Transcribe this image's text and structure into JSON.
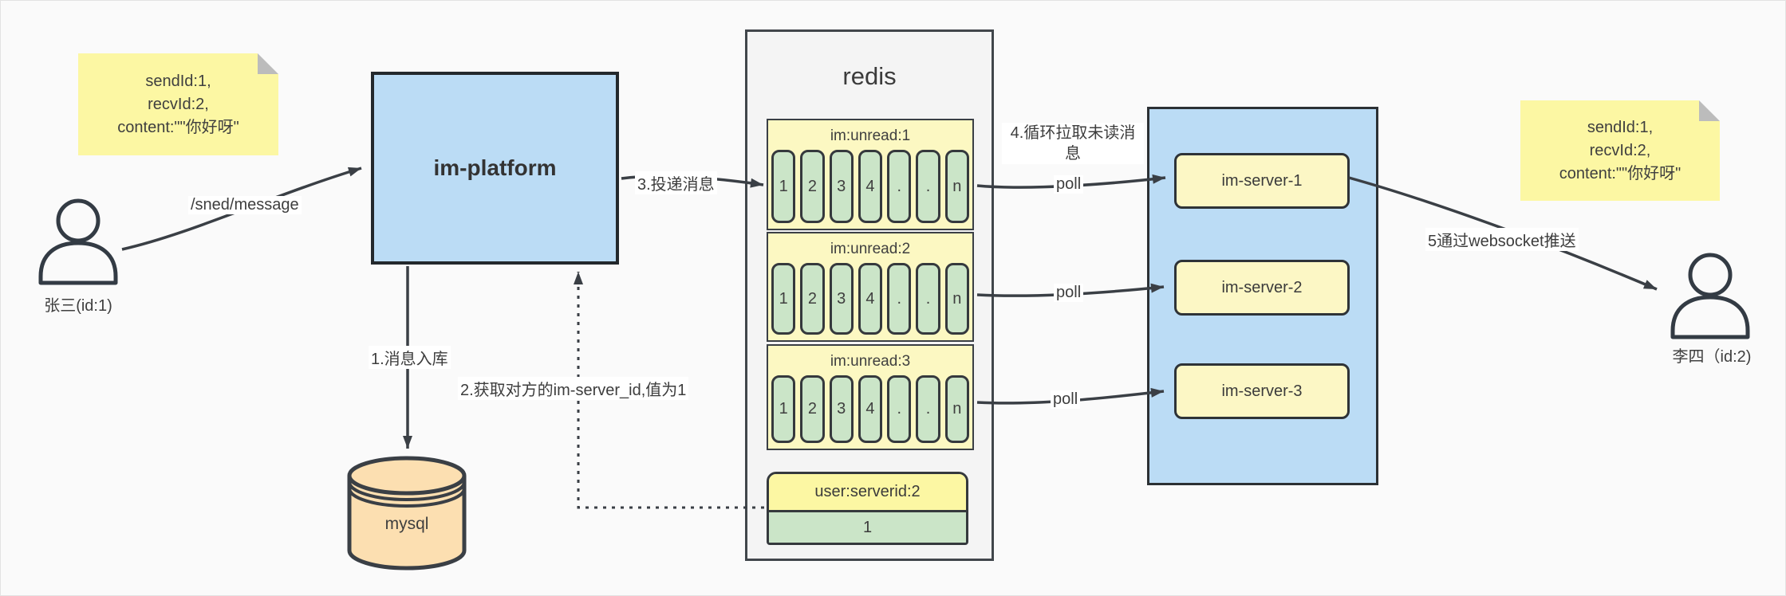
{
  "notes": {
    "left": {
      "lines": [
        "sendId:1,",
        "recvId:2,",
        "content:\"\"你好呀\""
      ]
    },
    "right": {
      "lines": [
        "sendId:1,",
        "recvId:2,",
        "content:\"\"你好呀\""
      ]
    }
  },
  "actors": {
    "sender": {
      "label": "张三(id:1)"
    },
    "receiver": {
      "label": "李四（id:2)"
    }
  },
  "platform": {
    "label": "im-platform"
  },
  "database": {
    "label": "mysql"
  },
  "redis": {
    "title": "redis",
    "queues": [
      {
        "label": "im:unread:1",
        "cells": [
          "1",
          "2",
          "3",
          "4",
          ".",
          ".",
          "n"
        ]
      },
      {
        "label": "im:unread:2",
        "cells": [
          "1",
          "2",
          "3",
          "4",
          ".",
          ".",
          "n"
        ]
      },
      {
        "label": "im:unread:3",
        "cells": [
          "1",
          "2",
          "3",
          "4",
          ".",
          ".",
          "n"
        ]
      }
    ],
    "kv": {
      "key": "user:serverid:2",
      "value": "1"
    }
  },
  "server_group": {
    "servers": [
      {
        "label": "im-server-1"
      },
      {
        "label": "im-server-2"
      },
      {
        "label": "im-server-3"
      }
    ]
  },
  "edges": {
    "send": "/sned/message",
    "store": "1.消息入库",
    "get_server_id": "2.获取对方的im-server_id,值为1",
    "deliver": "3.投递消息",
    "pull": "4.循环拉取未读消息",
    "poll": "poll",
    "push": "5通过websocket推送"
  },
  "colors": {
    "background": "#fafafa",
    "note_yellow": "#FCF7A3",
    "platform_blue": "#BBDCF5",
    "queue_yellow": "#FCF8C2",
    "cell_green": "#CBE5C8",
    "server_yellow": "#FCF7C5",
    "mysql_tan": "#FCDFB1",
    "stroke_dark": "#3a3f45"
  }
}
